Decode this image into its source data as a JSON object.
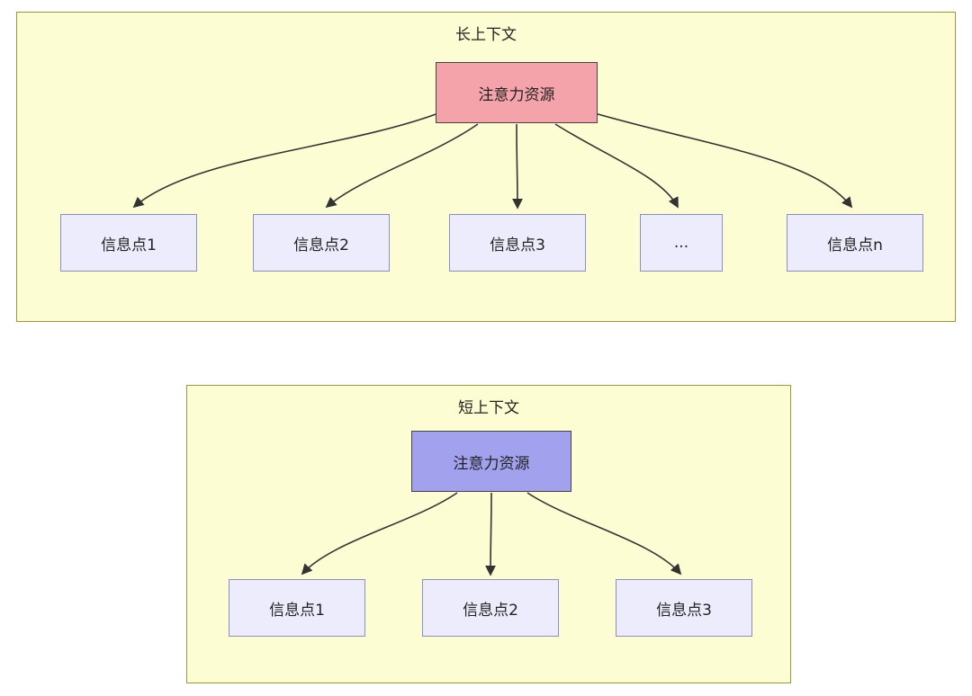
{
  "long_context": {
    "title": "长上下文",
    "attention_label": "注意力资源",
    "nodes": [
      "信息点1",
      "信息点2",
      "信息点3",
      "...",
      "信息点n"
    ]
  },
  "short_context": {
    "title": "短上下文",
    "attention_label": "注意力资源",
    "nodes": [
      "信息点1",
      "信息点2",
      "信息点3"
    ]
  },
  "colors": {
    "panel_background": "#fdfdd3",
    "panel_border": "#9a9a3c",
    "attention_long_background": "#f4a3aa",
    "attention_short_background": "#a1a1ee",
    "info_node_background": "#ececfd",
    "info_node_border": "#8d8dc8",
    "arrow_color": "#333333"
  }
}
